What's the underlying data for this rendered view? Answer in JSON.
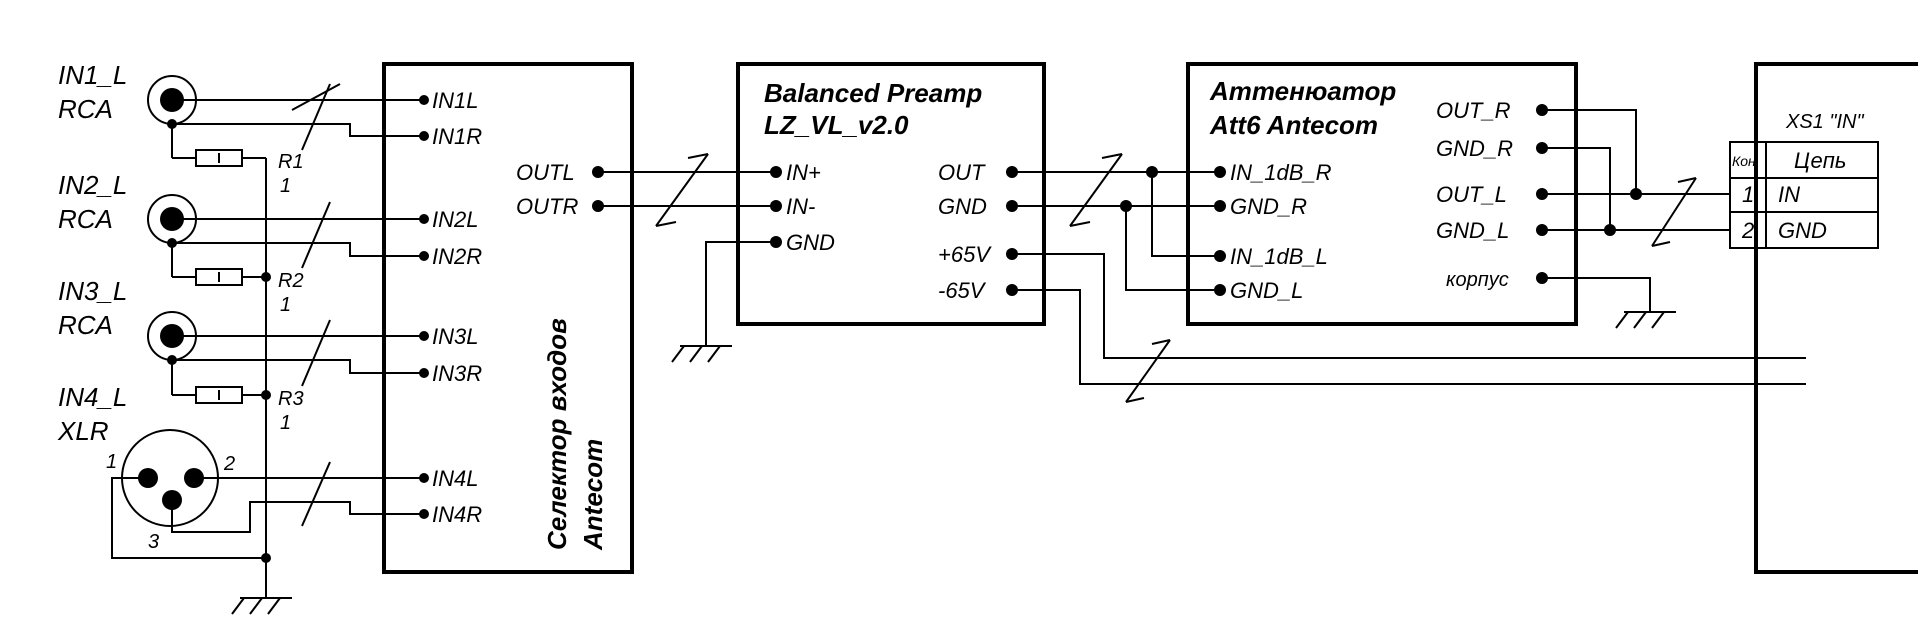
{
  "inputs": {
    "in1": {
      "name": "IN1_L",
      "type": "RCA"
    },
    "in2": {
      "name": "IN2_L",
      "type": "RCA"
    },
    "in3": {
      "name": "IN3_L",
      "type": "RCA"
    },
    "in4": {
      "name": "IN4_L",
      "type": "XLR",
      "pin1": "1",
      "pin2": "2",
      "pin3": "3"
    }
  },
  "resistors": [
    {
      "ref": "R1",
      "value": "1"
    },
    {
      "ref": "R2",
      "value": "1"
    },
    {
      "ref": "R3",
      "value": "1"
    }
  ],
  "selector": {
    "title_line1": "Селектор входов",
    "title_line2": "Antecom",
    "pins_left": [
      "IN1L",
      "IN1R",
      "IN2L",
      "IN2R",
      "IN3L",
      "IN3R",
      "IN4L",
      "IN4R"
    ],
    "out_l": "OUTL",
    "out_r": "OUTR"
  },
  "preamp": {
    "title_line1": "Balanced Preamp",
    "title_line2": "LZ_VL_v2.0",
    "in_plus": "IN+",
    "in_minus": "IN-",
    "gnd": "GND",
    "out": "OUT",
    "out_gnd": "GND",
    "plus65": "+65V",
    "minus65": "-65V"
  },
  "attenuator": {
    "title_line1": "Аттенюатор",
    "title_line2": "Att6  Antecom",
    "in_r": "IN_1dB_R",
    "gnd_r_in": "GND_R",
    "in_l": "IN_1dB_L",
    "gnd_l_in": "GND_L",
    "out_r": "OUT_R",
    "gnd_r_out": "GND_R",
    "out_l": "OUT_L",
    "gnd_l_out": "GND_L",
    "chassis": "корпус"
  },
  "connector": {
    "title": "XS1 \"IN\"",
    "col_pin": "Кон.",
    "col_circuit": "Цепь",
    "rows": [
      {
        "pin": "1",
        "circuit": "IN"
      },
      {
        "pin": "2",
        "circuit": "GND"
      }
    ]
  }
}
